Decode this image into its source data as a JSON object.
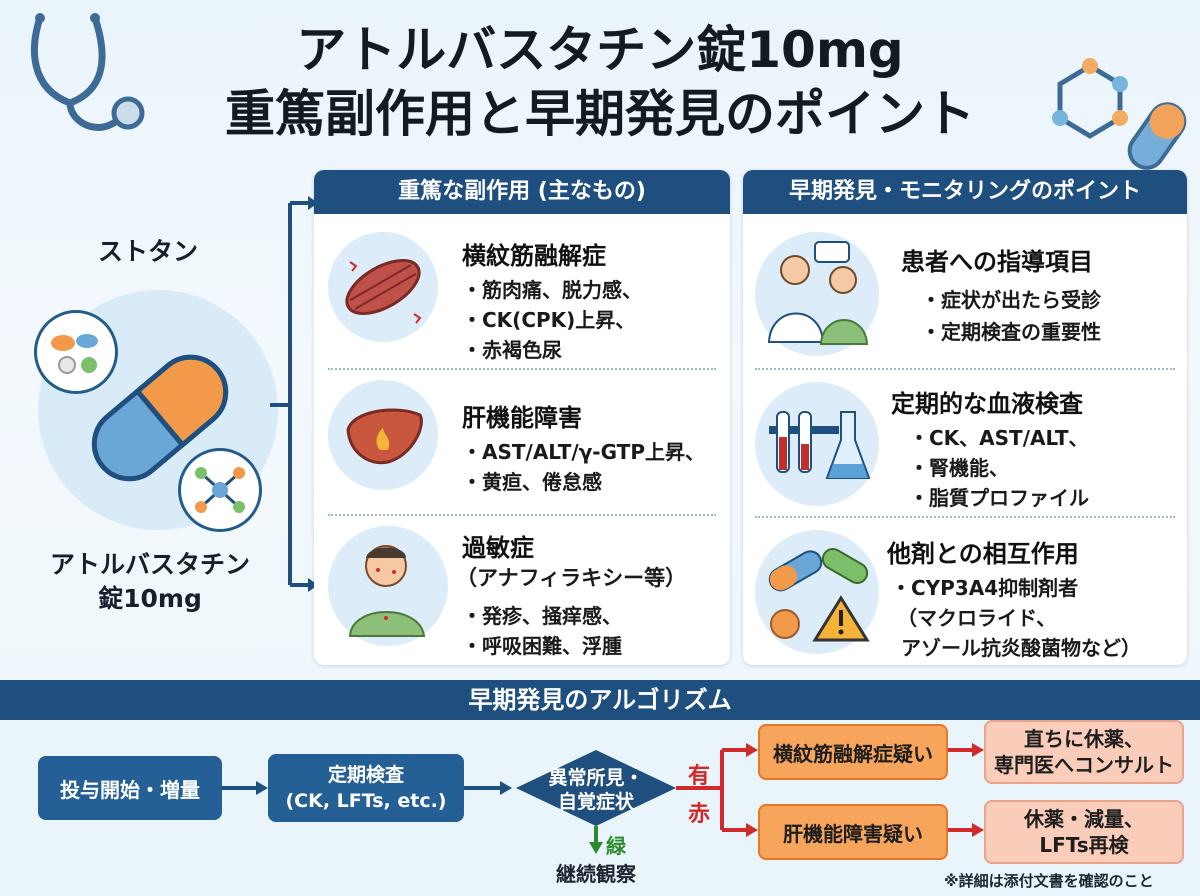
{
  "title": {
    "line1": "アトルバスタチン錠10mg",
    "line2": "重篤副作用と早期発見のポイント"
  },
  "drug": {
    "class_label": "ストタン",
    "name_line1": "アトルバスタチン",
    "name_line2": "錠10mg"
  },
  "side_effects": {
    "header": "重篤な副作用 (主なもの)",
    "sections": [
      {
        "title": "横紋筋融解症",
        "items": [
          "・筋肉痛、脱力感、",
          "・CK(CPK)上昇、",
          "・赤褐色尿"
        ],
        "icon": "muscle-icon"
      },
      {
        "title": "肝機能障害",
        "items": [
          "・AST/ALT/γ-GTP上昇、",
          "・黄疸、倦怠感"
        ],
        "icon": "liver-icon"
      },
      {
        "title": "過敏症",
        "subtitle": "（アナフィラキシー等）",
        "items": [
          "・発疹、掻痒感、",
          "・呼吸困難、浮腫"
        ],
        "icon": "allergy-patient-icon"
      }
    ]
  },
  "monitoring": {
    "header": "早期発見・モニタリングのポイント",
    "sections": [
      {
        "title": "患者への指導項目",
        "items": [
          "・症状が出たら受診",
          "・定期検査の重要性"
        ],
        "icon": "doctor-patient-icon"
      },
      {
        "title": "定期的な血液検査",
        "items": [
          "・CK、AST/ALT、",
          "・腎機能、",
          "・脂質プロファイル"
        ],
        "icon": "blood-test-icon"
      },
      {
        "title": "他剤との相互作用",
        "items": [
          "・CYP3A4抑制剤者",
          "（マクロライド、",
          "アゾール抗炎酸菌物など）"
        ],
        "icon": "drug-interaction-icon"
      }
    ]
  },
  "algorithm": {
    "header": "早期発見のアルゴリズム",
    "start": "投与開始・増量",
    "check_line1": "定期検査",
    "check_line2": "(CK, LFTs, etc.)",
    "decision_line1": "異常所見・",
    "decision_line2": "自覚症状",
    "yes_label_1": "有",
    "yes_label_2": "赤",
    "no_label": "緑",
    "continue": "継続観察",
    "branch1": "横紋筋融解症疑い",
    "branch2": "肝機能障害疑い",
    "action1_line1": "直ちに休薬、",
    "action1_line2": "専門医へコンサルト",
    "action2_line1": "休薬・減量、",
    "action2_line2": "LFTs再検"
  },
  "footnote": "※詳細は添付文書を確認のこと",
  "colors": {
    "navy": "#1e4f7e",
    "orange": "#f6a55a",
    "pink": "#f9cdb9",
    "red": "#d22a2a",
    "green": "#2d8a2d"
  }
}
